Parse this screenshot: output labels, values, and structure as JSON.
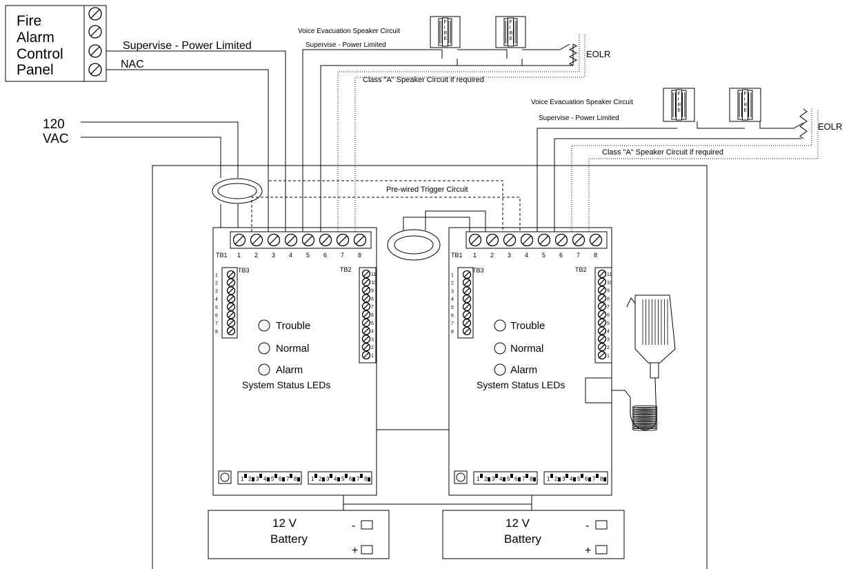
{
  "panel": {
    "line1": "Fire",
    "line2": "Alarm",
    "line3": "Control",
    "line4": "Panel"
  },
  "labels": {
    "supervise": "Supervise - Power Limited",
    "nac": "NAC",
    "vac_top": "120",
    "vac_bottom": "VAC",
    "voice_evac": "Voice Evacuation Speaker Circuit",
    "supervise_small": "Supervise - Power Limited",
    "class_a": "Class \"A\" Speaker Circuit if required",
    "eolr": "EOLR",
    "pre_wired": "Pre-wired Trigger Circuit",
    "tb1": "TB1",
    "tb2": "TB2",
    "tb3": "TB3",
    "trouble": "Trouble",
    "normal": "Normal",
    "alarm": "Alarm",
    "system_status": "System Status LEDs",
    "battery_voltage": "12 V",
    "battery": "Battery",
    "minus": "-",
    "plus": "+",
    "speaker_text": "FIRE"
  },
  "tb1_numbers": [
    "1",
    "2",
    "3",
    "4",
    "5",
    "6",
    "7",
    "8"
  ],
  "tb2_numbers": [
    "11",
    "10",
    "9",
    "8",
    "7",
    "6",
    "5",
    "4",
    "3",
    "2",
    "1"
  ],
  "tb3_numbers": [
    "1",
    "2",
    "3",
    "4",
    "5",
    "6",
    "7",
    "8"
  ],
  "dip_numbers": [
    "1",
    "2",
    "3",
    "4",
    "5",
    "6",
    "7",
    "8"
  ]
}
